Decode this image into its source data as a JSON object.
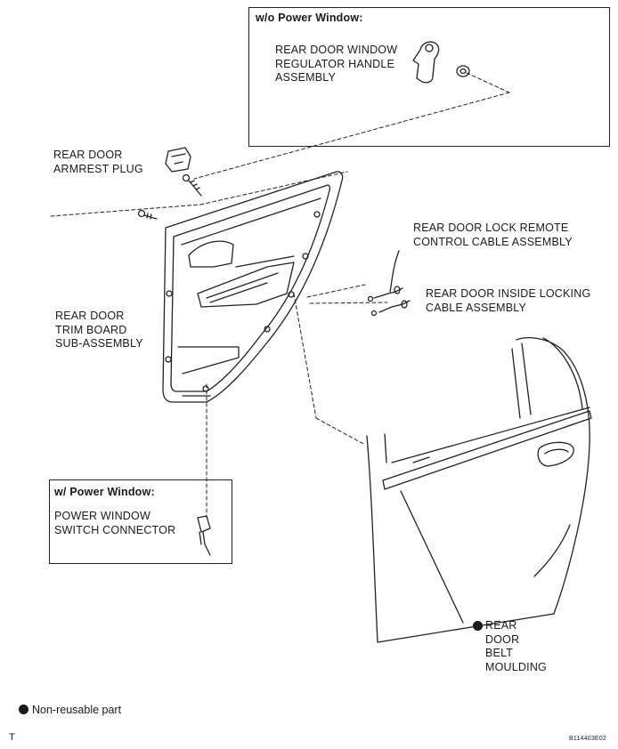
{
  "boxes": {
    "wo_power_window": {
      "title": "w/o Power Window:",
      "part_label": "REAR DOOR WINDOW\nREGULATOR HANDLE\nASSEMBLY"
    },
    "w_power_window": {
      "title": "w/ Power Window:",
      "part_label": "POWER WINDOW\nSWITCH CONNECTOR"
    }
  },
  "labels": {
    "armrest_plug": "REAR DOOR\nARMREST PLUG",
    "trim_board": "REAR DOOR\nTRIM BOARD\nSUB-ASSEMBLY",
    "lock_remote_cable": "REAR DOOR LOCK REMOTE\nCONTROL CABLE ASSEMBLY",
    "inside_locking_cable": "REAR DOOR INSIDE LOCKING\nCABLE ASSEMBLY",
    "belt_moulding": "REAR DOOR\nBELT MOULDING"
  },
  "legend": {
    "non_reusable": "Non-reusable part"
  },
  "footer": {
    "corner_mark": "T",
    "figure_code": "B114403E02"
  }
}
